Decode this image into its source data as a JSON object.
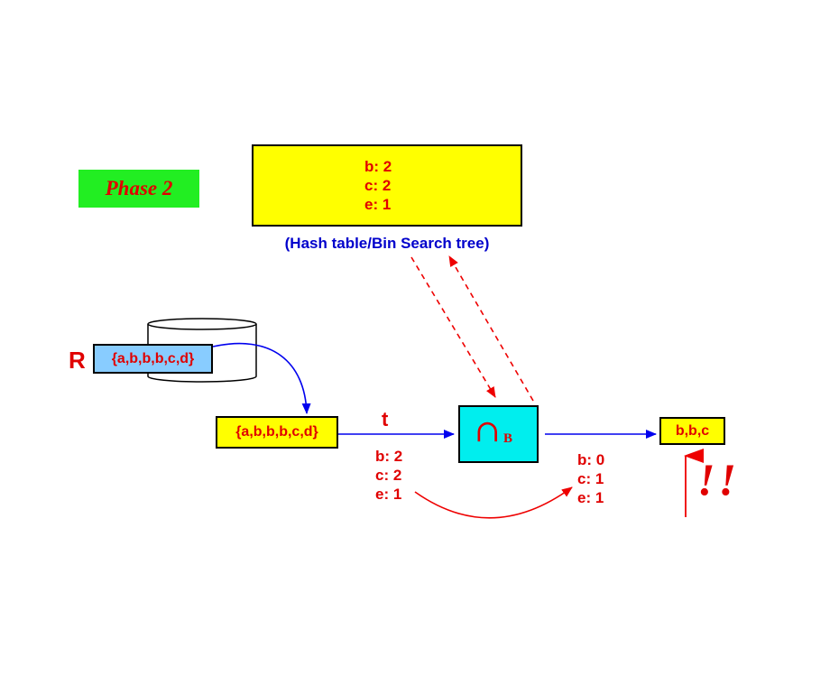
{
  "phase_label": "Phase 2",
  "hash_table": {
    "lines": [
      "b: 2",
      "c: 2",
      "e: 1"
    ],
    "caption": "(Hash table/Bin Search tree)"
  },
  "relation": {
    "name": "R",
    "contents": "{a,b,b,b,c,d}"
  },
  "tuple_buffer": "{a,b,b,b,c,d}",
  "tuple_label": "t",
  "operator": {
    "symbol": "∩",
    "subscript": "B"
  },
  "counts_before": [
    "b: 2",
    "c: 2",
    "e: 1"
  ],
  "counts_after": [
    "b: 0",
    "c: 1",
    "e: 1"
  ],
  "output": "b,b,c",
  "emphasis": "!!",
  "colors": {
    "phase_bg": "#22ee22",
    "box_yellow": "#ffff00",
    "relation_blue": "#88ccff",
    "operator_cyan": "#00eeee",
    "text_red": "#e00000",
    "text_blue": "#0000cc"
  }
}
